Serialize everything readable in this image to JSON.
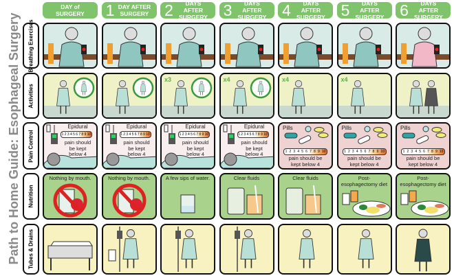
{
  "title": "Path to Home Guide: Esophageal Surgery",
  "days": [
    {
      "num": "",
      "label": "DAY of SURGERY"
    },
    {
      "num": "1",
      "label": "DAY AFTER SURGERY"
    },
    {
      "num": "2",
      "label": "DAYS AFTER SURGERY"
    },
    {
      "num": "3",
      "label": "DAYS AFTER SURGERY"
    },
    {
      "num": "4",
      "label": "DAYS AFTER SURGERY"
    },
    {
      "num": "5",
      "label": "DAYS AFTER SURGERY"
    },
    {
      "num": "6",
      "label": "DAYS AFTER SURGERY"
    }
  ],
  "rows": [
    "Breathing Exercises",
    "Activities",
    "Pain Control",
    "Nutrition",
    "Tubes & Drains"
  ],
  "activities_multipliers": [
    "",
    "",
    "x3",
    "x4",
    "x4",
    "x4",
    ""
  ],
  "pain": {
    "methods": [
      "Epidural",
      "Epidural",
      "Epidural",
      "Epidural",
      "Pills",
      "Pills",
      "Pills"
    ],
    "note": "pain should be kept below 4",
    "scale": [
      "1",
      "2",
      "3",
      "4",
      "5",
      "6",
      "7",
      "8",
      "9",
      "10"
    ]
  },
  "nutrition": [
    "Nothing by mouth.",
    "Nothing by mouth.",
    "A few sips of water.",
    "Clear fluids",
    "Clear fluids",
    "Post-esophagectomy diet",
    "Post-esophagectomy diet"
  ],
  "colors": {
    "header": "#7fc46a",
    "breathing": "#d8ebe6",
    "activities": "#eef2c6",
    "pain_epidural": "#f8eeee",
    "pain_pills": "#efd3d3",
    "nutrition": "#a9d28c",
    "tubes": "#f8f1c0"
  }
}
